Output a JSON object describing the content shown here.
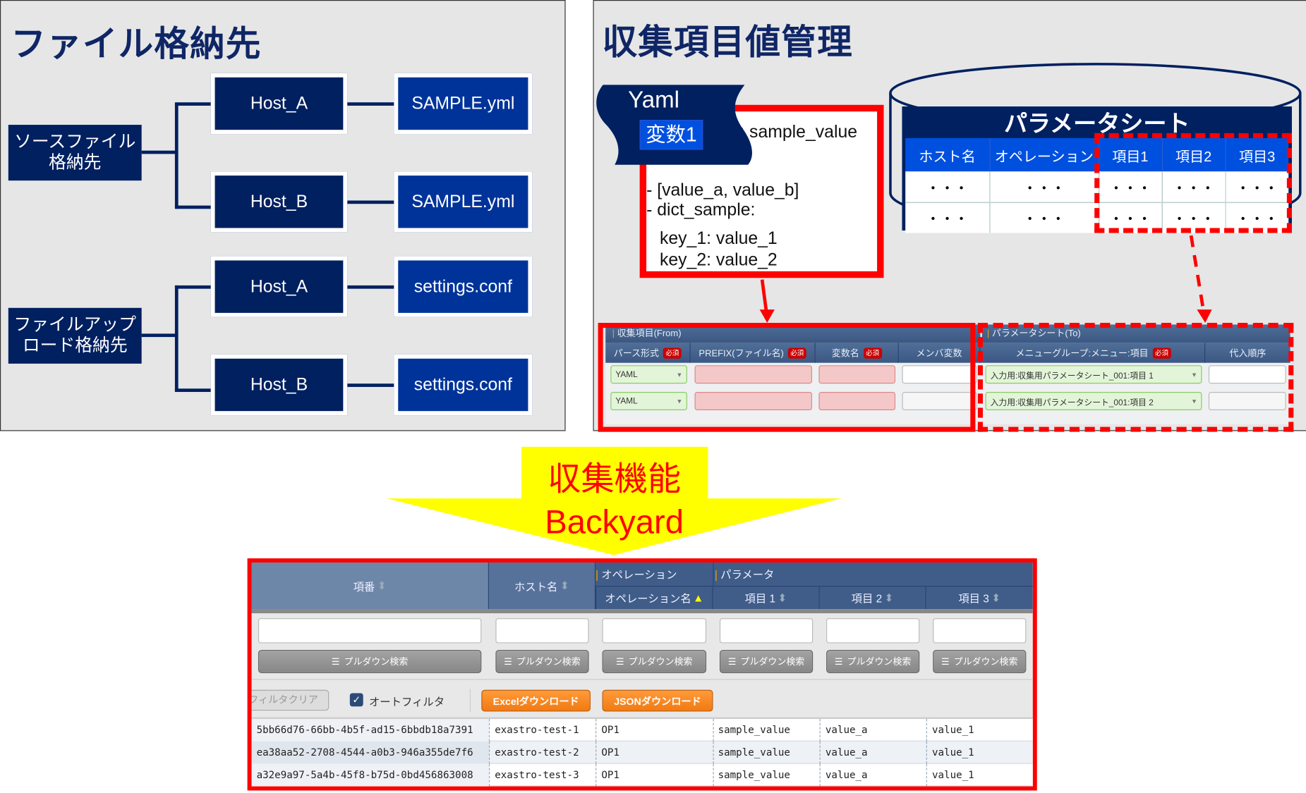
{
  "left_panel": {
    "title": "ファイル格納先",
    "groups": [
      {
        "label_line1": "ソースファイル",
        "label_line2": "格納先",
        "hosts": [
          {
            "host": "Host_A",
            "file": "SAMPLE.yml"
          },
          {
            "host": "Host_B",
            "file": "SAMPLE.yml"
          }
        ]
      },
      {
        "label_line1": "ファイルアップ",
        "label_line2": "ロード格納先",
        "hosts": [
          {
            "host": "Host_A",
            "file": "settings.conf"
          },
          {
            "host": "Host_B",
            "file": "settings.conf"
          }
        ]
      }
    ]
  },
  "right_panel": {
    "title": "収集項目値管理",
    "yaml": {
      "banner": "Yaml",
      "var_badge": "変数1",
      "lines": [
        ": sample_value",
        "- [value_a, value_b]",
        "- dict_sample:",
        "key_1: value_1",
        "key_2: value_2"
      ]
    },
    "param_sheet": {
      "title": "パラメータシート",
      "headers": [
        "ホスト名",
        "オペレーション",
        "項目1",
        "項目2",
        "項目3"
      ],
      "rows": [
        [
          "・・・",
          "・・・",
          "・・・",
          "・・・",
          "・・・"
        ],
        [
          "・・・",
          "・・・",
          "・・・",
          "・・・",
          "・・・"
        ]
      ]
    },
    "form": {
      "from_title": "収集項目(From)",
      "to_title": "パラメータシート(To)",
      "required": "必須",
      "headers": [
        "パース形式",
        "PREFIX(ファイル名)",
        "変数名",
        "メンバ変数",
        "メニューグループ:メニュー:項目",
        "代入順序"
      ],
      "rows": [
        {
          "parse": "YAML",
          "menu_item": "入力用:収集用パラメータシート_001:項目 1"
        },
        {
          "parse": "YAML",
          "menu_item": "入力用:収集用パラメータシート_001:項目 2"
        }
      ]
    }
  },
  "arrow": {
    "line1": "収集機能",
    "line2": "Backyard"
  },
  "result_table": {
    "group_operation": "オペレーション",
    "group_parameter": "パラメータ",
    "headers": [
      "項番",
      "ホスト名",
      "オペレーション名",
      "項目 1",
      "項目 2",
      "項目 3"
    ],
    "pulldown_label": "プルダウン検索",
    "filter_clear": "フィルタクリア",
    "auto_filter": "オートフィルタ",
    "excel_download": "Excelダウンロード",
    "json_download": "JSONダウンロード",
    "rows": [
      [
        "5bb66d76-66bb-4b5f-ad15-6bbdb18a7391",
        "exastro-test-1",
        "OP1",
        "sample_value",
        "value_a",
        "value_1"
      ],
      [
        "ea38aa52-2708-4544-a0b3-946a355de7f6",
        "exastro-test-2",
        "OP1",
        "sample_value",
        "value_a",
        "value_1"
      ],
      [
        "a32e9a97-5a4b-45f8-b75d-0bd456863008",
        "exastro-test-3",
        "OP1",
        "sample_value",
        "value_a",
        "value_1"
      ]
    ]
  },
  "colors": {
    "navy": "#002060",
    "blue": "#0050e0",
    "red": "#ff0000",
    "yellow": "#ffff00",
    "orange": "#f58220"
  }
}
